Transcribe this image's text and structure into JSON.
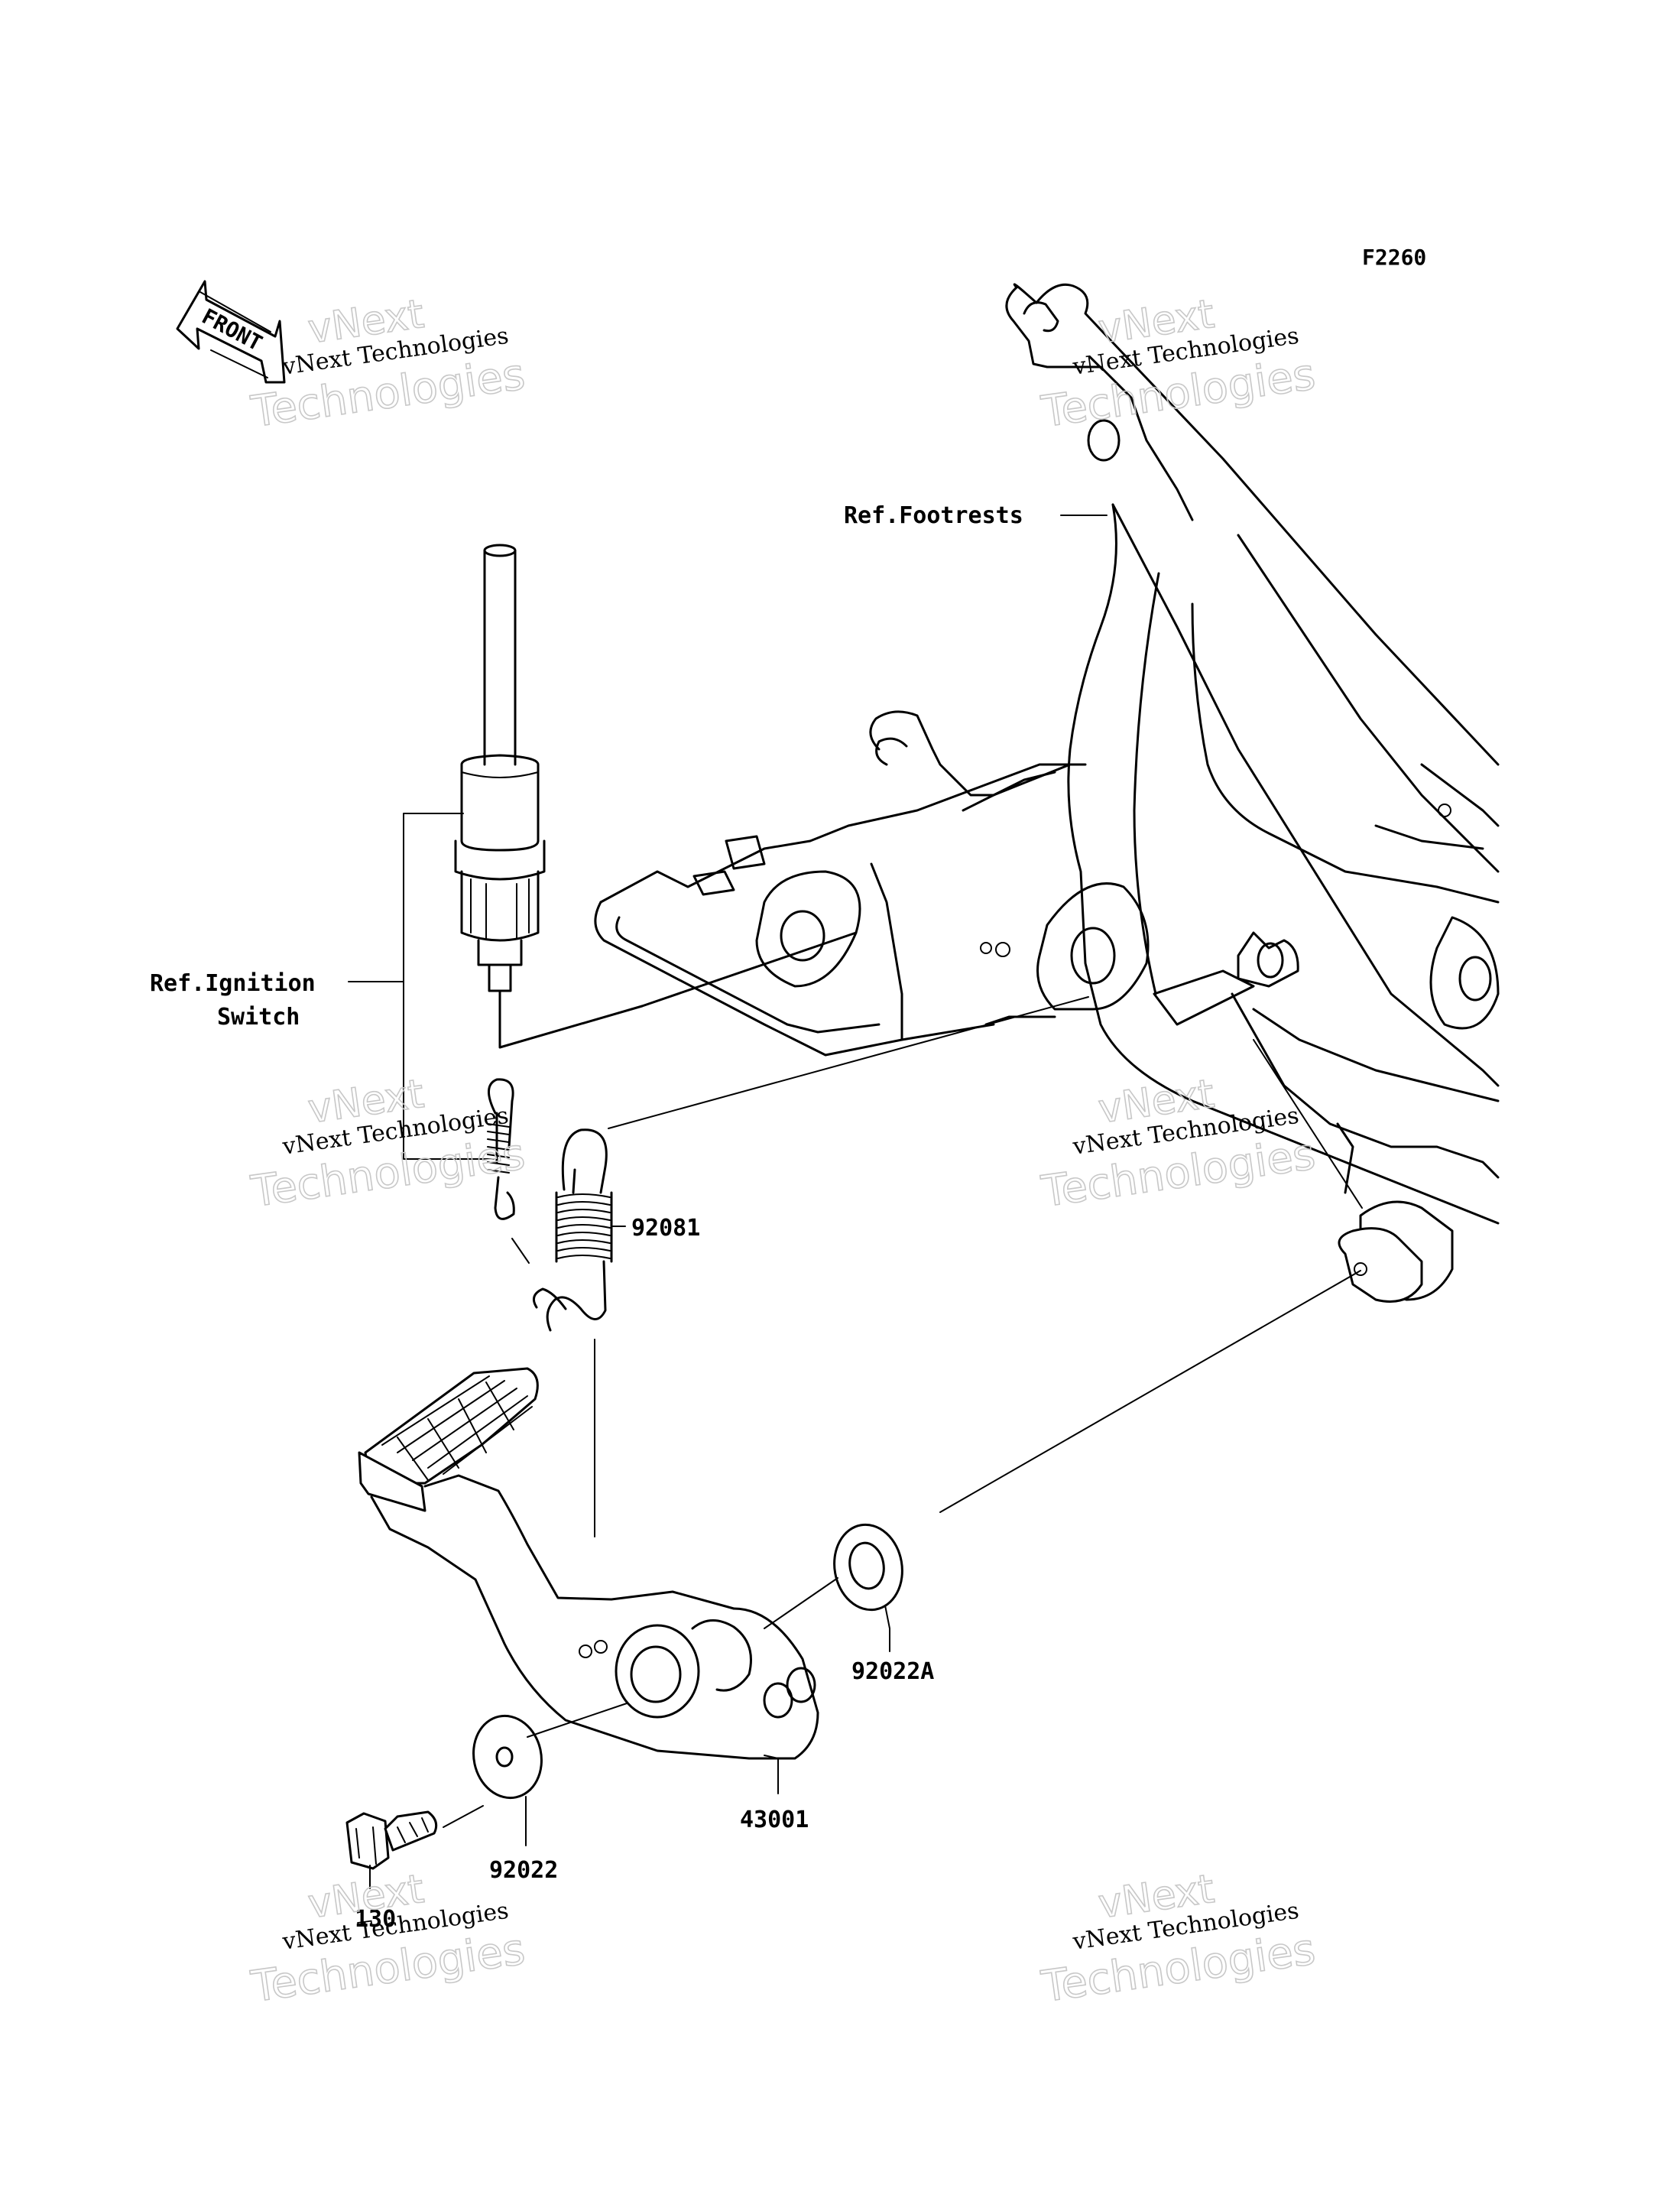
{
  "figure_code": "F2260",
  "front_label": "FRONT",
  "labels": {
    "ref_footrests": "Ref.Footrests",
    "ref_ignition_line1": "Ref.Ignition",
    "ref_ignition_line2": "Switch",
    "part_92081": "92081",
    "part_92022A": "92022A",
    "part_43001": "43001",
    "part_92022": "92022",
    "part_130": "130"
  },
  "watermarks": [
    {
      "line1": "vNext Technologies",
      "line2": "vNext",
      "line3": "Technologies"
    },
    {
      "line1": "vNext Technologies",
      "line2": "vNext",
      "line3": "Technologies"
    },
    {
      "line1": "vNext Technologies",
      "line2": "vNext",
      "line3": "Technologies"
    },
    {
      "line1": "vNext Technologies",
      "line2": "vNext",
      "line3": "Technologies"
    },
    {
      "line1": "vNext Technologies",
      "line2": "vNext",
      "line3": "Technologies"
    },
    {
      "line1": "vNext Technologies",
      "line2": "vNext",
      "line3": "Technologies"
    }
  ]
}
